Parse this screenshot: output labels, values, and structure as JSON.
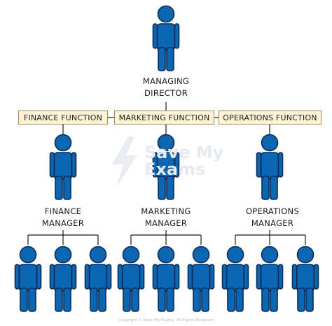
{
  "director": {
    "line1": "MANAGING",
    "line2": "DIRECTOR"
  },
  "functions": {
    "finance": "FINANCE FUNCTION",
    "marketing": "MARKETING FUNCTION",
    "operations": "OPERATIONS FUNCTION"
  },
  "managers": {
    "finance": {
      "line1": "FINANCE",
      "line2": "MANAGER"
    },
    "marketing": {
      "line1": "MARKETING",
      "line2": "MANAGER"
    },
    "operations": {
      "line1": "OPERATIONS",
      "line2": "MANAGER"
    }
  },
  "watermark": {
    "line1": "Save My",
    "line2": "Exams"
  },
  "copyright": "Copyright © Save My Exams. All Rights Reserved",
  "colors": {
    "figure_fill": "#0b67b3",
    "figure_stroke": "#0a2a55",
    "line": "#1a1a1a",
    "box_fill": "#fff5d6",
    "box_border": "#a08a55",
    "watermark": "#e6eaf0"
  }
}
